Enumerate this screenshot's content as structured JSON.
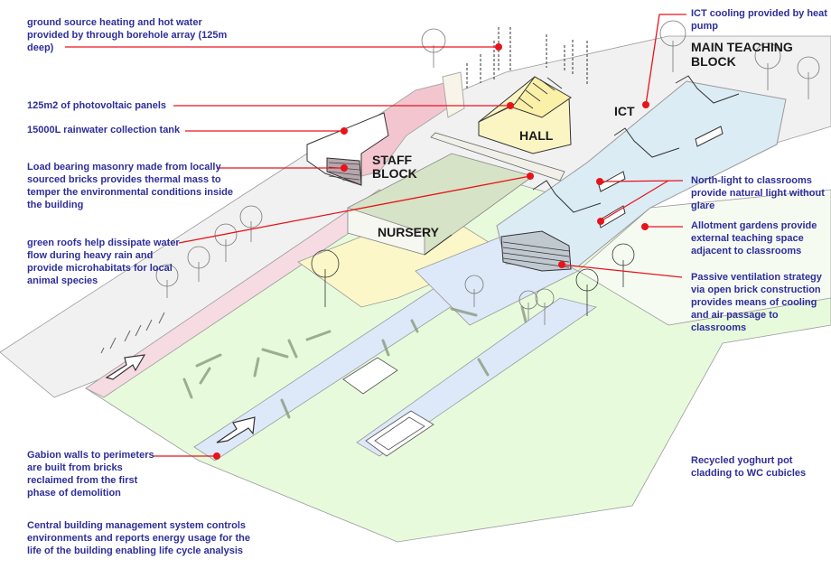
{
  "diagram": {
    "building_labels": {
      "staff_block": [
        "STAFF",
        "BLOCK"
      ],
      "hall": "HALL",
      "ict": "ICT",
      "main_teaching_block": [
        "MAIN TEACHING",
        "BLOCK"
      ],
      "nursery": "NURSERY"
    },
    "annotations": [
      {
        "id": "ground-source-heating",
        "text": "ground source heating and hot water\nprovided by  through borehole array (125m\ndeep)"
      },
      {
        "id": "photovoltaic",
        "text": "125m2 of photovoltaic panels"
      },
      {
        "id": "rainwater",
        "text": "15000L rainwater collection tank"
      },
      {
        "id": "masonry",
        "text": "Load bearing masonry made from locally\nsourced bricks provides thermal mass to\ntemper the environmental conditions inside\nthe building"
      },
      {
        "id": "green-roofs",
        "text": "green roofs help dissipate water\nflow during heavy rain and\nprovide microhabitats for local\nanimal species"
      },
      {
        "id": "gabion",
        "text": "Gabion walls to perimeters\nare built from bricks\nreclaimed from the first\nphase of demolition"
      },
      {
        "id": "bms",
        "text": "Central building management system controls\nenvironments and reports energy usage for the\nlife of the building enabling life cycle analysis"
      },
      {
        "id": "ict-cooling",
        "text": "ICT cooling provided by heat\npump"
      },
      {
        "id": "north-light",
        "text": "North-light to classrooms\nprovide natural light without\nglare"
      },
      {
        "id": "allotment",
        "text": "Allotment gardens provide\nexternal teaching space\nadjacent to classrooms"
      },
      {
        "id": "passive-ventilation",
        "text": "Passive ventilation strategy\nvia open brick construction\nprovides means of cooling\nand air passage to\nclassrooms"
      },
      {
        "id": "yoghurt-pot",
        "text": "Recycled yoghurt pot\ncladding to WC cubicles"
      }
    ],
    "colors": {
      "annotation_text": "#2e2e9a",
      "leader_line": "#e8141c",
      "staff_block": "#f3c6cf",
      "hall": "#fbf5c4",
      "main_block": "#dcecf5",
      "nursery_roof": "#d6e3c6",
      "grass": "#e8fadc",
      "path_blue": "#dde9f8",
      "path_pink": "#f6dbe3",
      "yard_yellow": "#fbf7c8"
    }
  }
}
